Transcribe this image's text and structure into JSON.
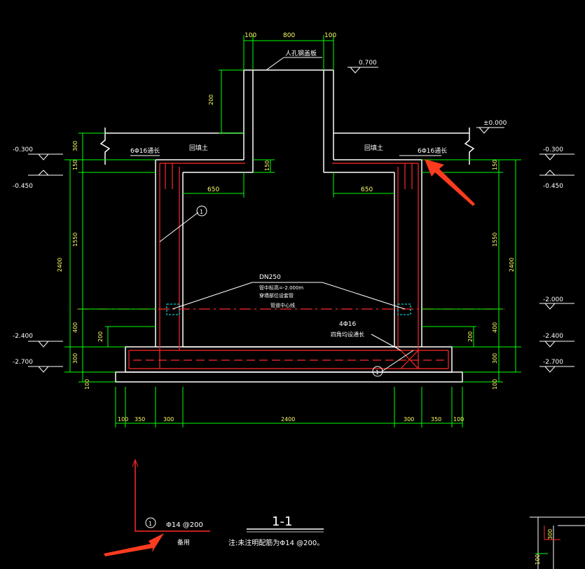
{
  "colors": {
    "background": "#000000",
    "structure": "#ffffff",
    "rebar": "#ff2a2a",
    "dimension": "#00ff00",
    "text": "#ffffff",
    "dim_text": "#ffff66",
    "pipe": "#00ffff",
    "pointer": "#ff3b1f"
  },
  "top_dims": [
    "100",
    "800",
    "100"
  ],
  "labels": {
    "cover_slab": "人孔钢盖板",
    "elev_top": "0.700",
    "elev_ground": "±0.000",
    "backfill_left": "回填土",
    "backfill_right": "回填土",
    "rebar_left": "6Φ16通长",
    "rebar_right": "6Φ16通长",
    "pipe_dn": "DN250",
    "pipe_note_1": "管中标高=-2.000m",
    "pipe_note_2": "穿墙部位设套管",
    "pipe_note_3": "管道中心线",
    "rebar_bottom_1": "4Φ16",
    "rebar_bottom_2": "四角均设通长",
    "mark_1": "1"
  },
  "left_elevations": [
    "-0.300",
    "-0.450",
    "-2.400",
    "-2.700"
  ],
  "right_elevations": [
    "-0.300",
    "-0.450",
    "-2.000",
    "-2.400",
    "-2.700"
  ],
  "side_dims_left": [
    "300",
    "150",
    "1550",
    "400",
    "300",
    "100",
    "2400",
    "200"
  ],
  "side_dims_right": [
    "150",
    "1550",
    "400",
    "300",
    "100",
    "2400",
    "200"
  ],
  "inner_dims": [
    "650",
    "650",
    "150",
    "200"
  ],
  "bottom_dims": [
    "100",
    "350",
    "300",
    "2400",
    "300",
    "350",
    "100"
  ],
  "legend": {
    "mark": "1",
    "spec": "Φ14 @200",
    "caption": "备用"
  },
  "section_title": "1-1",
  "note": "注:未注明配筋为Φ14 @200。",
  "corner_dims": [
    "300",
    "100"
  ]
}
